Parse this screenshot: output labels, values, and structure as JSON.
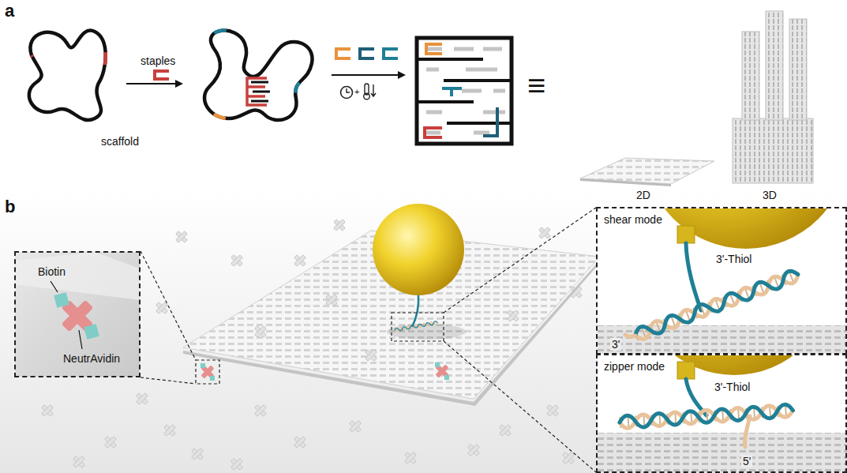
{
  "diagram": {
    "nodes": [
      {
        "text": [
          "Biotin",
          "NeutrAvidin"
        ]
      },
      {
        "text": [
          "shear mode",
          "3'-Thiol",
          "3'"
        ]
      },
      {
        "text": [
          "zipper mode",
          "3'-Thiol",
          "5'"
        ]
      }
    ],
    "labels": [
      "a",
      "staples",
      "scaffold",
      "+",
      "≡",
      "2D",
      "3D",
      "b"
    ]
  }
}
